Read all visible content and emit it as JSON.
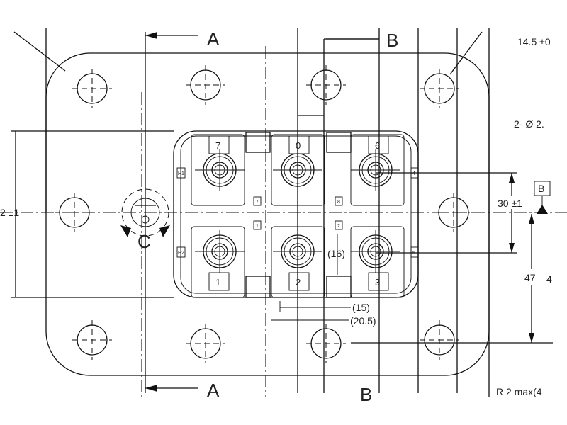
{
  "section_labels": {
    "a_top": "A",
    "b_top": "B",
    "a_bottom": "A",
    "b_bottom": "B",
    "c": "C"
  },
  "dimensions": {
    "top_right": "14.5 ±0",
    "holes": "2- Ø 2.",
    "pitch_30": "30 ±1",
    "datum_b": "B",
    "height_47": "47",
    "height_4": "4",
    "left": "2 ±1",
    "gap_16": "(16)",
    "gap_15": "(15)",
    "gap_20_5": "(20.5)",
    "radius": "R 2 max(4"
  },
  "pins": {
    "p7": "7",
    "p0": "0",
    "p6": "6",
    "p1": "1",
    "p2": "2",
    "p3": "3"
  },
  "small_labels": {
    "h1": "H1",
    "h2": "H2",
    "s7": "7",
    "s1": "1",
    "s8": "8",
    "s2": "2",
    "s4": "4",
    "s5": "5"
  }
}
